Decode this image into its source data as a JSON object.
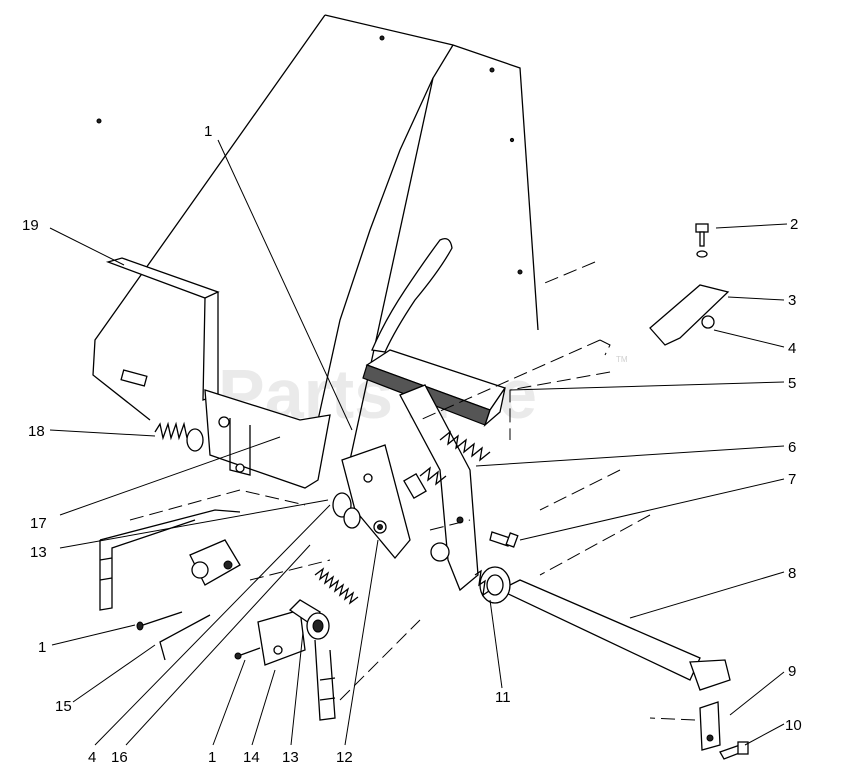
{
  "watermark": "PartsTree",
  "watermark_tm": "TM",
  "callouts": {
    "c1_top": "1",
    "c2": "2",
    "c3": "3",
    "c4_right": "4",
    "c5": "5",
    "c6": "6",
    "c7": "7",
    "c8": "8",
    "c9": "9",
    "c10": "10",
    "c11": "11",
    "c12": "12",
    "c13_left": "13",
    "c13_bottom": "13",
    "c14": "14",
    "c15": "15",
    "c16": "16",
    "c17": "17",
    "c18": "18",
    "c19": "19",
    "c1_left": "1",
    "c1_bottom": "1",
    "c4_bottom": "4"
  }
}
